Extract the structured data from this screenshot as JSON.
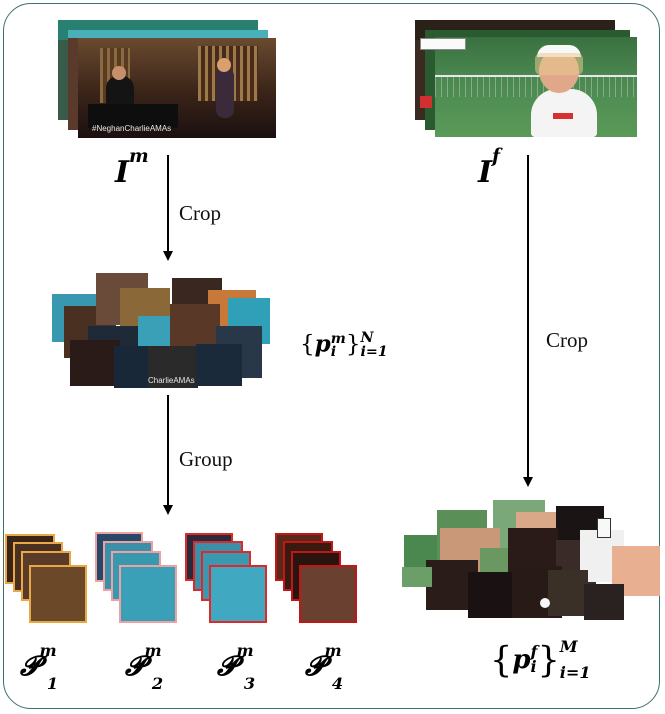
{
  "labels": {
    "crop_left": "Crop",
    "group": "Group",
    "crop_right": "Crop"
  },
  "math": {
    "music_image": {
      "base": "I",
      "sup": "m"
    },
    "fashion_image": {
      "base": "I",
      "sup": "f"
    },
    "music_patches": {
      "base": "p",
      "sup": "m",
      "sub": "i",
      "range_sub": "i=1",
      "range_sup": "N"
    },
    "fashion_patches": {
      "base": "p",
      "sup": "f",
      "sub": "i",
      "range_sub": "i=1",
      "range_sup": "M"
    },
    "groups": [
      {
        "base": "𝓟",
        "sup": "m",
        "sub": "1",
        "color": "#e8a848"
      },
      {
        "base": "𝓟",
        "sup": "m",
        "sub": "2",
        "color": "#f0a0a0"
      },
      {
        "base": "𝓟",
        "sup": "m",
        "sub": "3",
        "color": "#e02828"
      },
      {
        "base": "𝓟",
        "sup": "m",
        "sub": "4",
        "color": "#c01818"
      }
    ]
  },
  "images": {
    "music_caption": "#NeghanCharlieAMAs",
    "fashion_scoreboard": "",
    "patch_caption": "CharlieAMAs"
  }
}
